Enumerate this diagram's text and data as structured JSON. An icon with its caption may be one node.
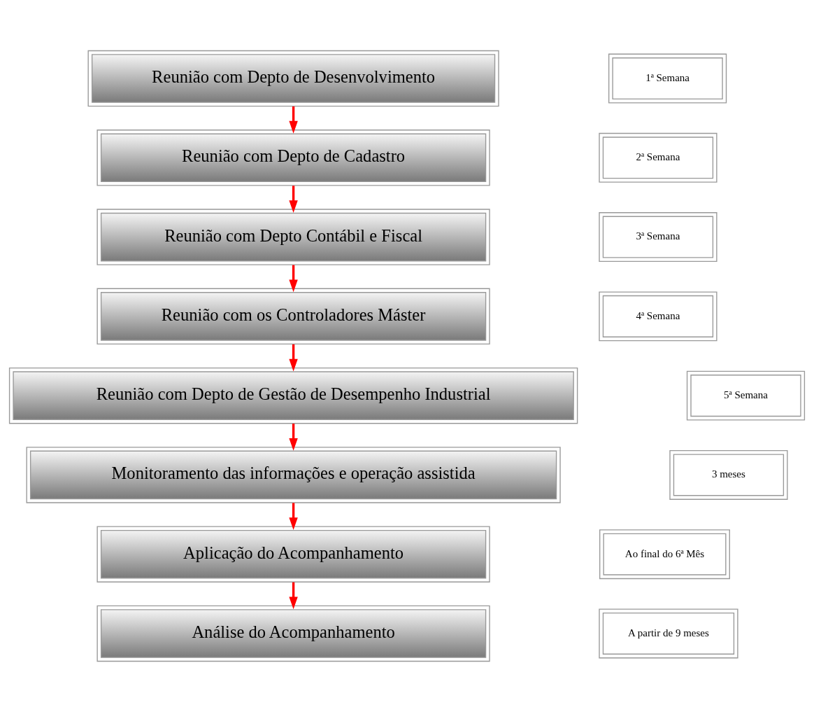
{
  "diagram": {
    "nodes": [
      {
        "text": [
          "Reunião com Depto de Desenvolvimento"
        ]
      },
      {
        "text": [
          "Reunião com Depto de Cadastro"
        ]
      },
      {
        "text": [
          "Reunião com Depto Contábil e Fiscal"
        ]
      },
      {
        "text": [
          "Reunião com os Controladores Máster"
        ]
      },
      {
        "text": [
          "Reunião com Depto de Gestão de Desempenho Industrial"
        ]
      },
      {
        "text": [
          "Monitoramento das informações e operação assistida"
        ]
      },
      {
        "text": [
          "Aplicação do Acompanhamento"
        ]
      },
      {
        "text": [
          "Análise do Acompanhamento"
        ]
      },
      {
        "text": [
          "1ª Semana"
        ]
      },
      {
        "text": [
          "2ª Semana"
        ]
      },
      {
        "text": [
          "3ª Semana"
        ]
      },
      {
        "text": [
          "4ª Semana"
        ]
      },
      {
        "text": [
          "5ª Semana"
        ]
      },
      {
        "text": [
          "3 meses"
        ]
      },
      {
        "text": [
          "Ao final do 6ª Mês"
        ]
      },
      {
        "text": [
          "A partir de 9 meses"
        ]
      }
    ],
    "edges": [
      {
        "from": 0,
        "to": 1,
        "arrow": "to"
      },
      {
        "from": 1,
        "to": 2,
        "arrow": "to"
      },
      {
        "from": 2,
        "to": 3,
        "arrow": "to"
      },
      {
        "from": 3,
        "to": 4,
        "arrow": "to"
      },
      {
        "from": 4,
        "to": 5,
        "arrow": "to"
      },
      {
        "from": 5,
        "to": 6,
        "arrow": "to"
      },
      {
        "from": 6,
        "to": 7,
        "arrow": "to"
      }
    ]
  }
}
